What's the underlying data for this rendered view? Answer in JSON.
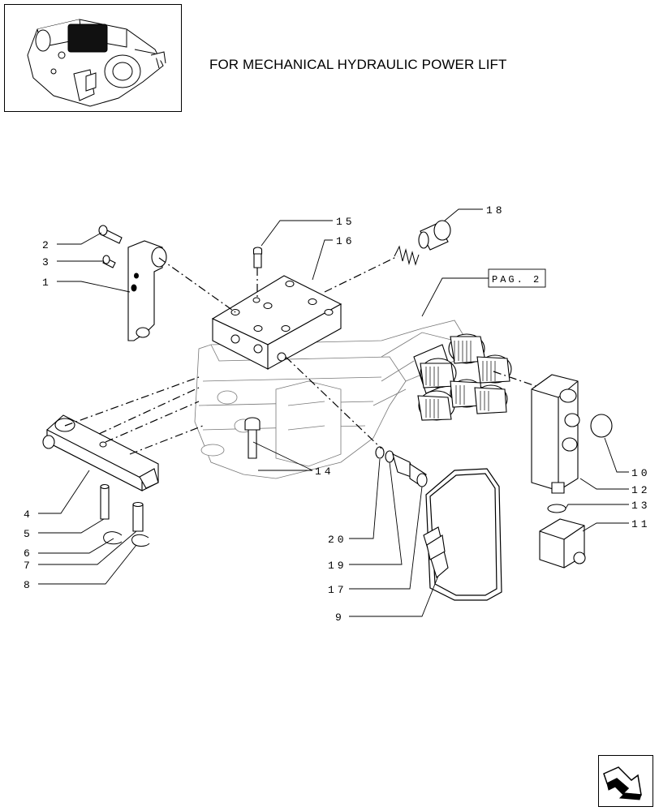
{
  "header": {
    "title": "FOR MECHANICAL HYDRAULIC POWER LIFT"
  },
  "thumbnail": {
    "icon": "power-lift-thumbnail-icon"
  },
  "reference": {
    "label": "PAG. 2"
  },
  "callouts": {
    "c1": "1",
    "c2": "2",
    "c3": "3",
    "c4": "4",
    "c5": "5",
    "c6": "6",
    "c7": "7",
    "c8": "8",
    "c9": "9",
    "c10": "10",
    "c11": "11",
    "c12": "12",
    "c13": "13",
    "c14": "14",
    "c15": "15",
    "c16": "16",
    "c17": "17",
    "c18": "18",
    "c19": "19",
    "c20": "20"
  },
  "navigation": {
    "icon": "next-page-arrow-icon"
  }
}
